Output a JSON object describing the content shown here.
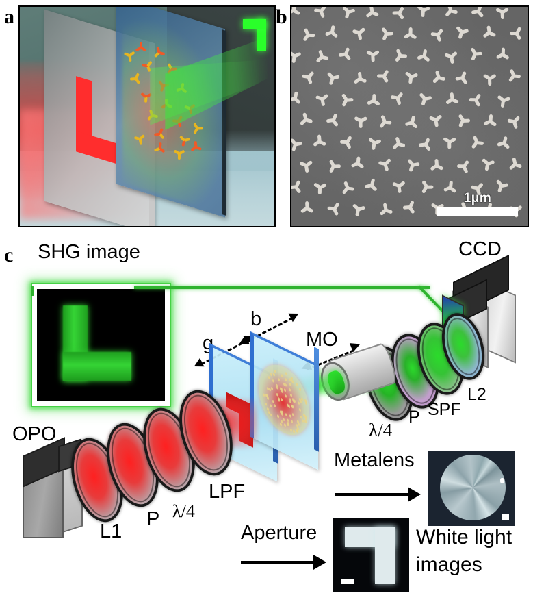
{
  "figure": {
    "panel_labels": {
      "a": "a",
      "b": "b",
      "c": "c"
    }
  },
  "panel_a": {
    "name": "schematic-nonlinear-metalens",
    "elements": {
      "aperture_plate": "aperture plate with L-shaped opening",
      "metasurface_plate": "metasurface with Y-shaped meta-atoms",
      "pump_beam_color": "#ff2d2d",
      "shg_beam_color": "#2aff2a",
      "projected_image": "green L-shaped second-harmonic image"
    }
  },
  "panel_b": {
    "name": "sem-micrograph",
    "scale_bar_label": "1μm",
    "description": "SEM image of trimer Y-shaped gold nanostructures",
    "background_color": "#6e6e6e",
    "nanostructure_color": "#ddd9d2"
  },
  "panel_c": {
    "name": "experimental-setup",
    "labels": {
      "shg_image": "SHG image",
      "ccd": "CCD",
      "opo": "OPO",
      "l1": "L1",
      "polarizer_in": "P",
      "qwp_in": "λ/4",
      "lpf": "LPF",
      "gap_g": "g",
      "gap_b": "b",
      "mo": "MO",
      "qwp_out": "λ/4",
      "polarizer_out": "P",
      "spf": "SPF",
      "l2": "L2",
      "metalens_arrow": "Metalens",
      "aperture_arrow": "Aperture",
      "white_light": "White light",
      "white_light_2": "images"
    },
    "colors": {
      "pump_beam": "#ff1919",
      "shg_beam": "#2de02d",
      "plate_frame": "#2f6fd0"
    },
    "inset_metalens": "white-light image of the metalens disk",
    "inset_aperture": "white-light image of the L-shaped aperture"
  }
}
